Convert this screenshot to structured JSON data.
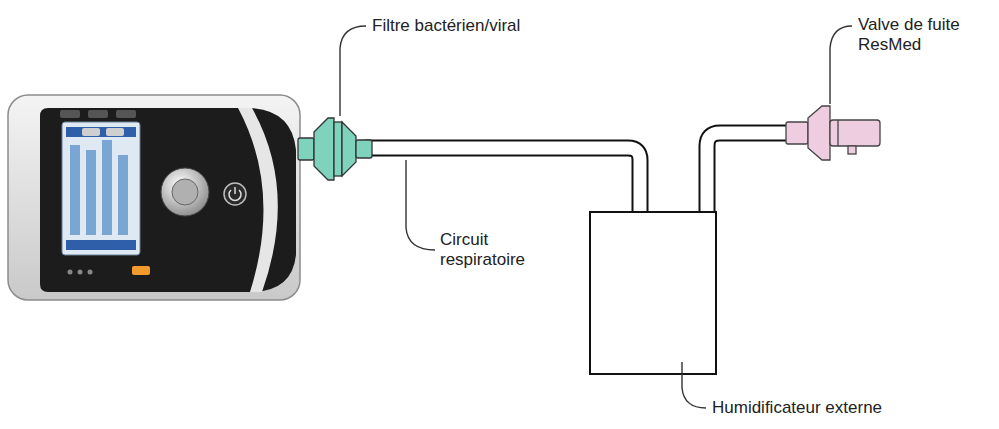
{
  "diagram": {
    "labels": [
      "Filtre bactérien/viral",
      "Circuit respiratoire",
      "Valve de fuite ResMed",
      "Humidificateur externe"
    ]
  }
}
